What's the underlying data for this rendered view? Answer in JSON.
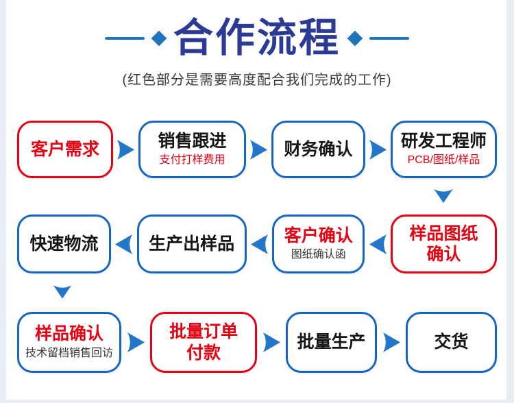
{
  "header": {
    "title": "合作流程",
    "subtitle": "(红色部分是需要高度配合我们完成的工作)"
  },
  "colors": {
    "title_navy": "#2b3a94",
    "accent_blue": "#1e73b9",
    "arrow_blue": "#2277c8",
    "box_border_blue": "#1565c5",
    "highlight_red": "#e60012",
    "edge_strip": "#e9edf4"
  },
  "flow": {
    "row1": {
      "box1": {
        "title": "客户需求"
      },
      "box2": {
        "title": "销售跟进",
        "subtitle": "支付打样费用"
      },
      "box3": {
        "title": "财务确认"
      },
      "box4": {
        "title": "研发工程师",
        "subtitle": "PCB/图纸/样品"
      }
    },
    "row2": {
      "box1": {
        "title": "快速物流"
      },
      "box2": {
        "title": "生产出样品"
      },
      "box3": {
        "title": "客户确认",
        "subtitle": "图纸确认函"
      },
      "box4": {
        "line1": "样品图纸",
        "line2": "确认"
      }
    },
    "row3": {
      "box1": {
        "title": "样品确认",
        "subtitle": "技术留档销售回访"
      },
      "box2": {
        "line1": "批量订单",
        "line2": "付款"
      },
      "box3": {
        "title": "批量生产"
      },
      "box4": {
        "title": "交货"
      }
    }
  }
}
